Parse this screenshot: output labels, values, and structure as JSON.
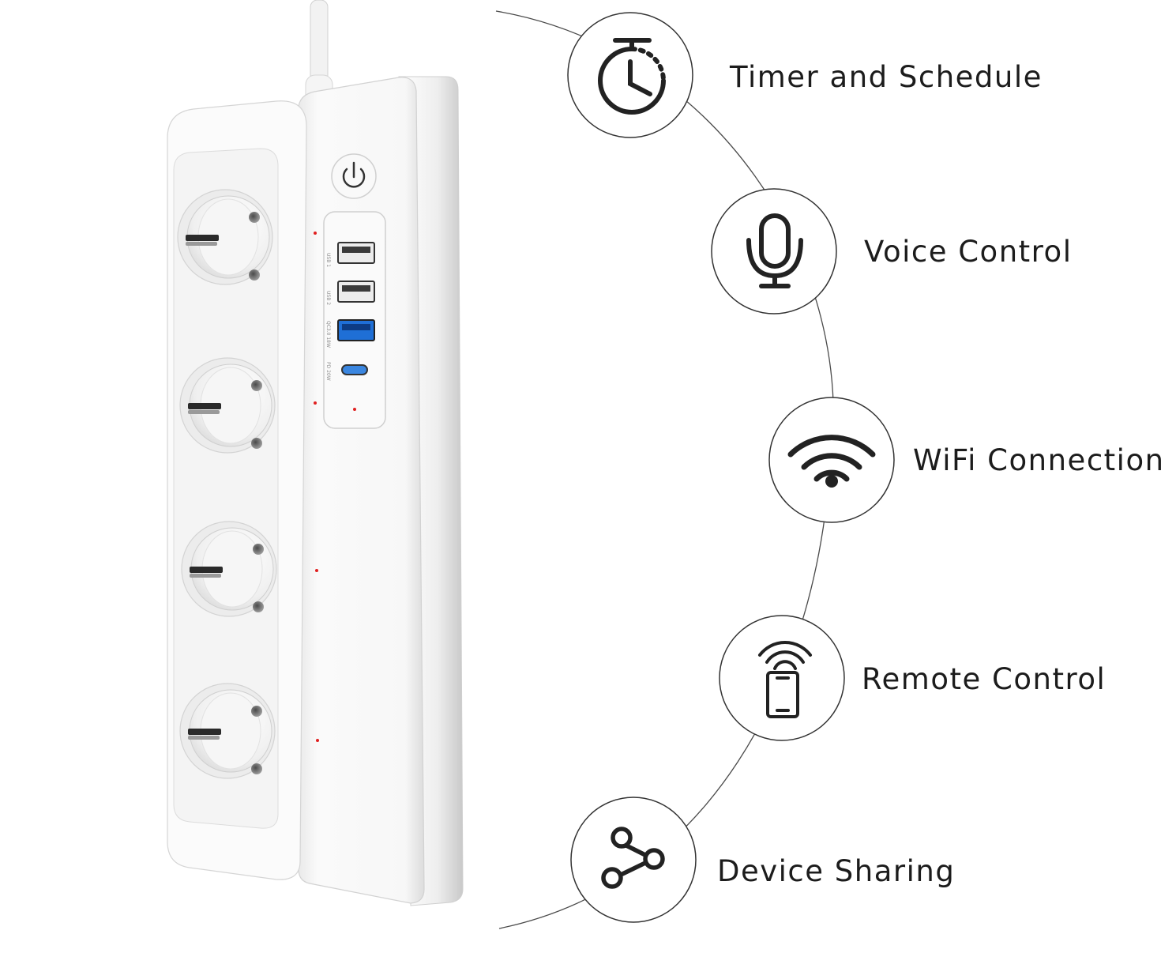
{
  "features": [
    {
      "label": "Timer and Schedule",
      "icon": "stopwatch-icon"
    },
    {
      "label": "Voice Control",
      "icon": "microphone-icon"
    },
    {
      "label": "WiFi Connection",
      "icon": "wifi-icon"
    },
    {
      "label": "Remote Control",
      "icon": "smartphone-remote-icon"
    },
    {
      "label": "Device Sharing",
      "icon": "share-icon"
    }
  ],
  "product": {
    "socket_count": 4,
    "usb_ports": [
      "USB 1",
      "USB 2",
      "QC3.0 18W",
      "PD 20W"
    ]
  },
  "colors": {
    "background": "#ffffff",
    "outline": "#333333",
    "text": "#1c1c1c",
    "usb_blue": "#1f6fd6",
    "indicator_red": "#e02020"
  }
}
